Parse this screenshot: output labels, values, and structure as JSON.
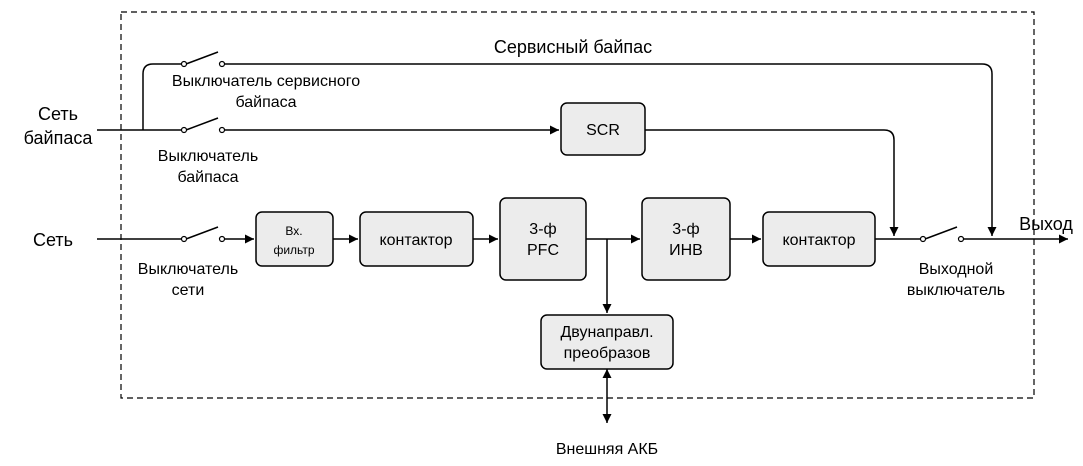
{
  "labels": {
    "grid_bypass_1": "Сеть",
    "grid_bypass_2": "байпаса",
    "grid": "Сеть",
    "output": "Выход",
    "service_bypass": "Сервисный байпас",
    "external_battery": "Внешняя АКБ"
  },
  "switches": {
    "service_1": "Выключатель сервисного",
    "service_2": "байпаса",
    "bypass_1": "Выключатель",
    "bypass_2": "байпаса",
    "mains_1": "Выключатель",
    "mains_2": "сети",
    "output_1": "Выходной",
    "output_2": "выключатель"
  },
  "blocks": {
    "scr": "SCR",
    "input_filter_1": "Вх.",
    "input_filter_2": "фильтр",
    "contactor_in": "контактор",
    "pfc_1": "3-ф",
    "pfc_2": "PFC",
    "inv_1": "3-ф",
    "inv_2": "ИНВ",
    "contactor_out": "контактор",
    "bidir_1": "Двунаправл.",
    "bidir_2": "преобразов"
  }
}
